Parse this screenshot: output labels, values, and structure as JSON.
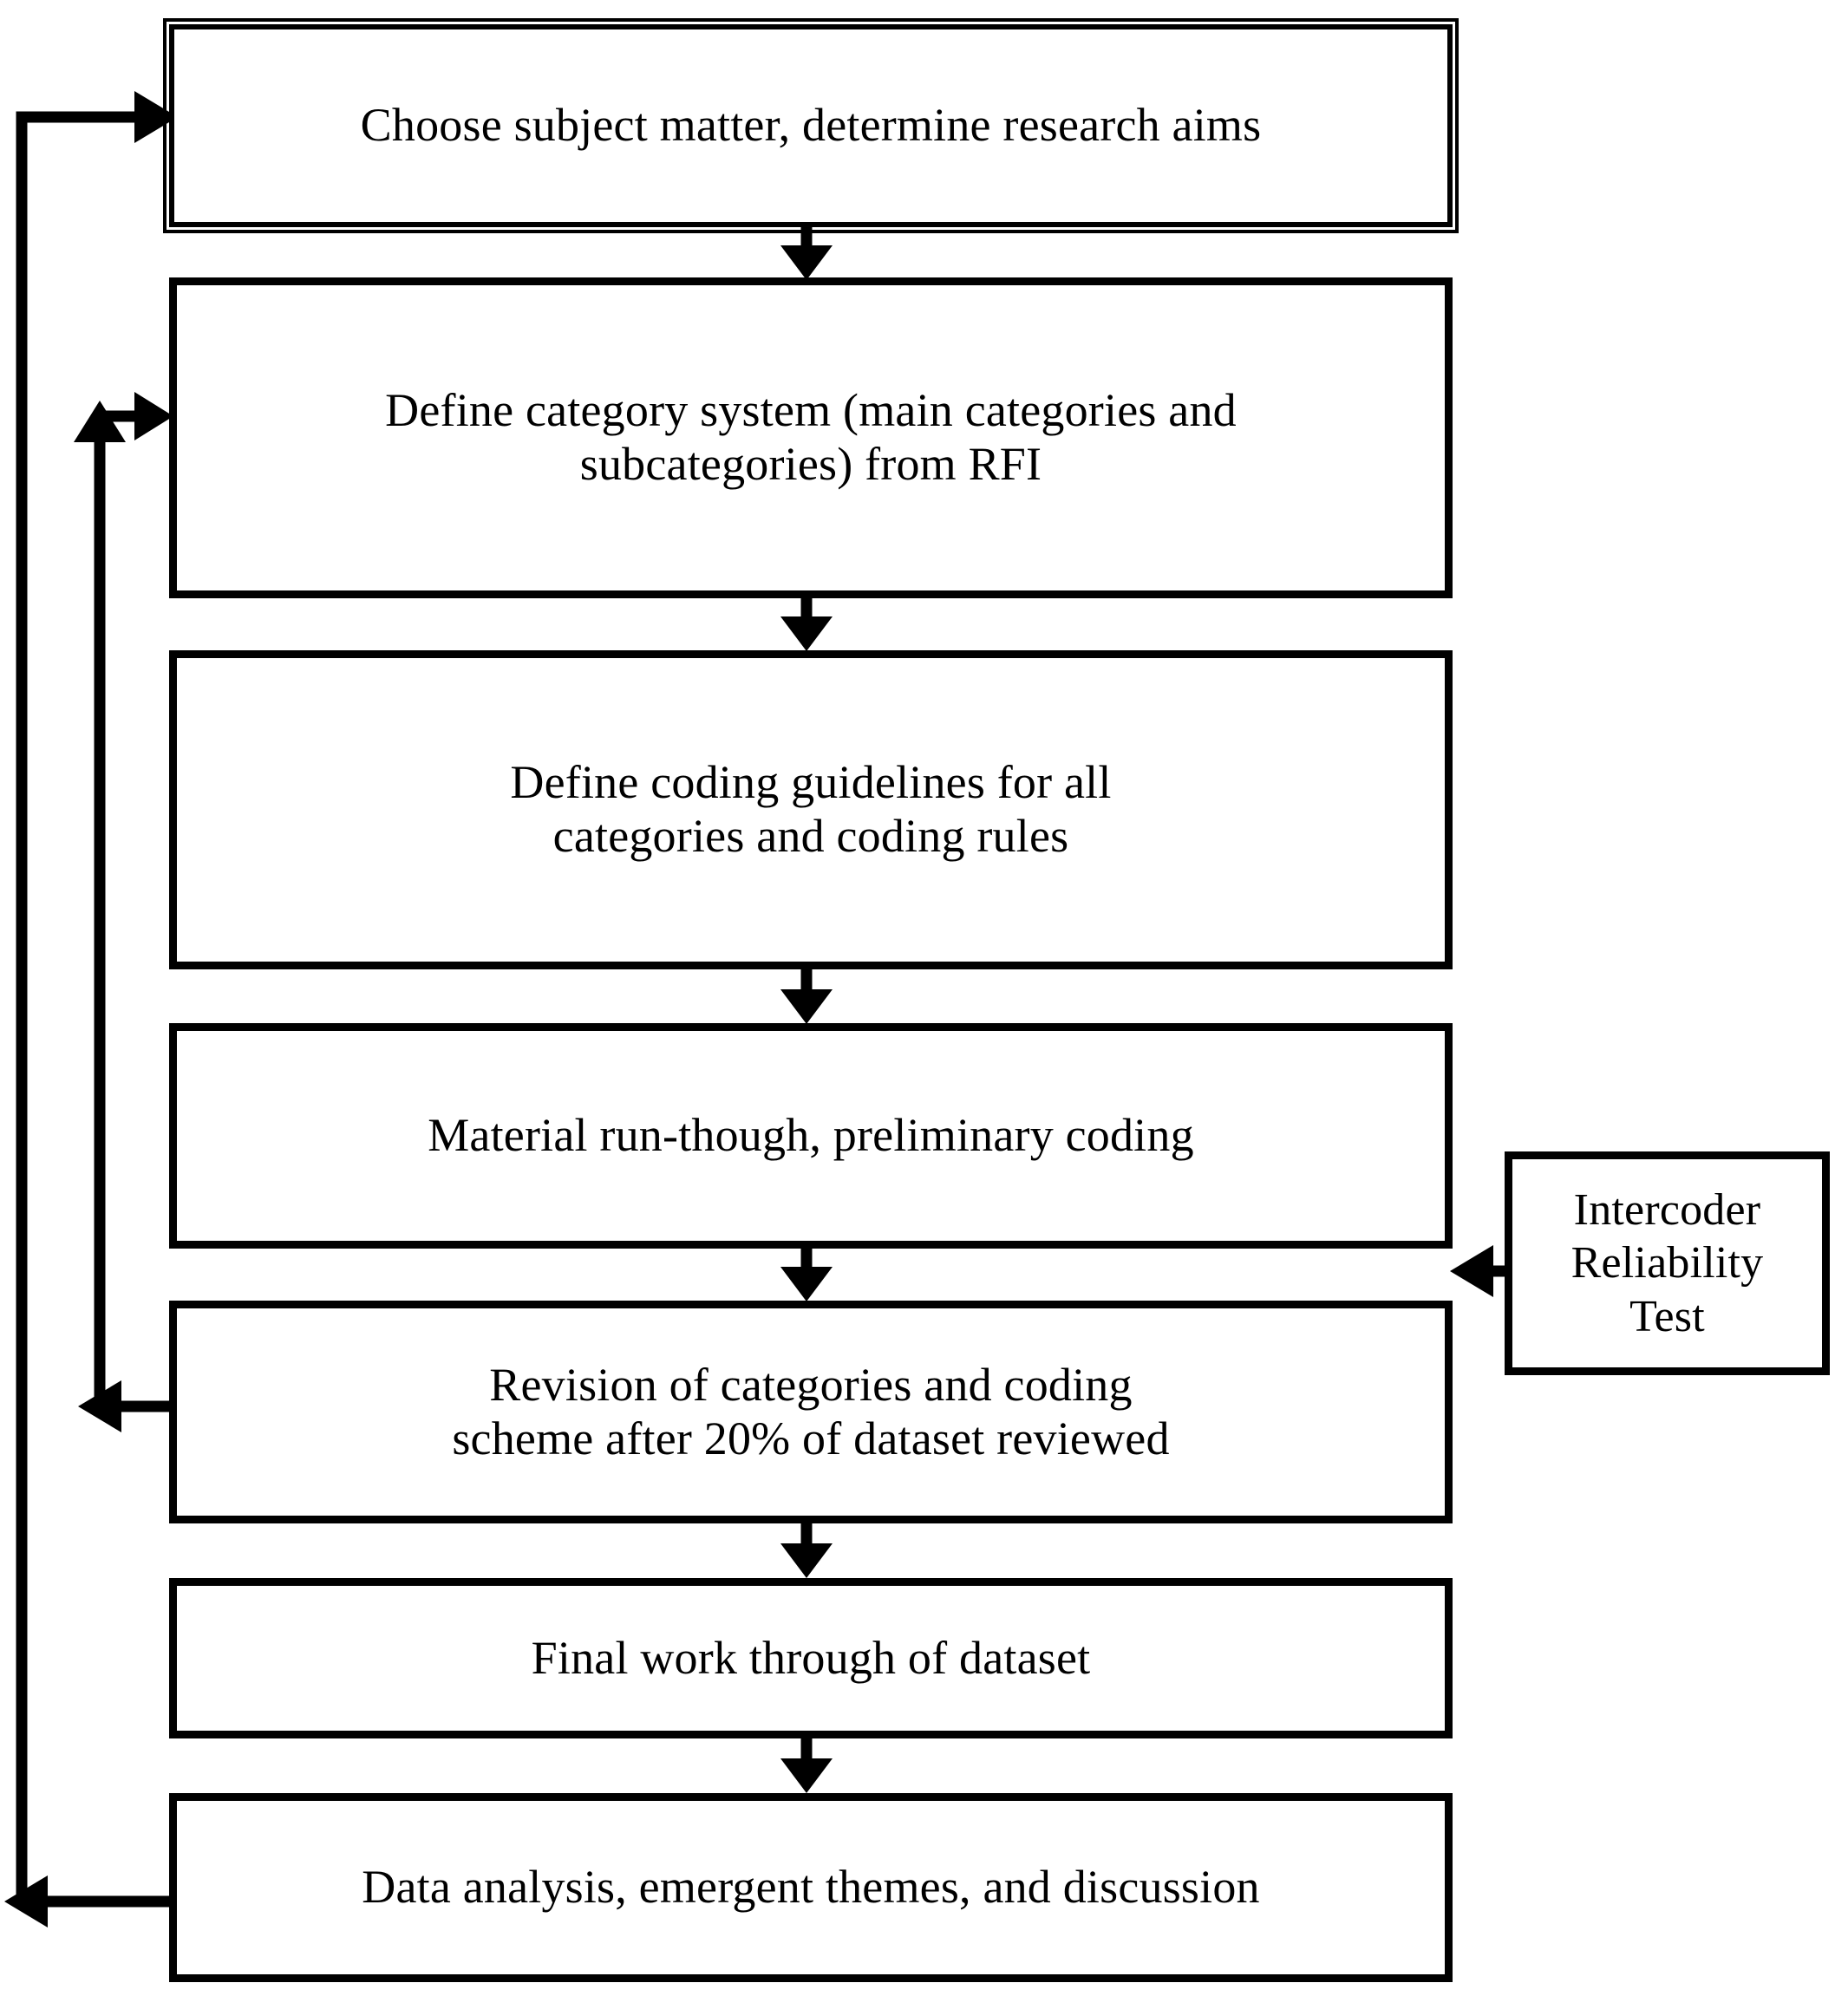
{
  "diagram": {
    "title": "Qualitative content analysis process flowchart",
    "background_color": "#ffffff",
    "line_color": "#000000",
    "text_color": "#000000"
  },
  "nodes": [
    {
      "id": "choose-subject-matter",
      "label": "Choose subject matter, determine research aims",
      "border_style": "double"
    },
    {
      "id": "define-category-system",
      "label": "Define category system (main categories and\nsubcategories) from RFI",
      "border_style": "single"
    },
    {
      "id": "define-coding-guidelines",
      "label": "Define coding guidelines for all\ncategories and coding rules",
      "border_style": "single"
    },
    {
      "id": "material-run-though",
      "label": "Material run-though, preliminary coding",
      "border_style": "single"
    },
    {
      "id": "revision-of-categories",
      "label": "Revision of categories and coding\nscheme after 20% of dataset reviewed",
      "border_style": "single"
    },
    {
      "id": "final-work-through",
      "label": "Final work through of dataset",
      "border_style": "single"
    },
    {
      "id": "data-analysis",
      "label": "Data analysis, emergent themes, and discussion",
      "border_style": "single"
    },
    {
      "id": "intercoder-reliability-test",
      "label": "Intercoder\nReliability\nTest",
      "border_style": "single"
    }
  ],
  "connections": [
    {
      "id": "c1",
      "from": "choose-subject-matter",
      "to": "define-category-system",
      "kind": "down-arrow"
    },
    {
      "id": "c2",
      "from": "define-category-system",
      "to": "define-coding-guidelines",
      "kind": "down-arrow"
    },
    {
      "id": "c3",
      "from": "define-coding-guidelines",
      "to": "material-run-though",
      "kind": "down-arrow"
    },
    {
      "id": "c4",
      "from": "material-run-though",
      "to": "revision-of-categories",
      "kind": "down-arrow"
    },
    {
      "id": "c5",
      "from": "revision-of-categories",
      "to": "final-work-through",
      "kind": "down-arrow"
    },
    {
      "id": "c6",
      "from": "final-work-through",
      "to": "data-analysis",
      "kind": "down-arrow"
    },
    {
      "id": "c7",
      "from": "intercoder-reliability-test",
      "to": "material-run-though",
      "kind": "left-arrow"
    },
    {
      "id": "c8",
      "from": "revision-of-categories",
      "to": "define-category-system",
      "kind": "feedback-loop-inner"
    },
    {
      "id": "c9",
      "from": "data-analysis",
      "to": "choose-subject-matter",
      "kind": "feedback-loop-outer"
    },
    {
      "id": "c10",
      "from": "feedback-riser",
      "to": "define-category-system",
      "kind": "up-arrow"
    }
  ]
}
